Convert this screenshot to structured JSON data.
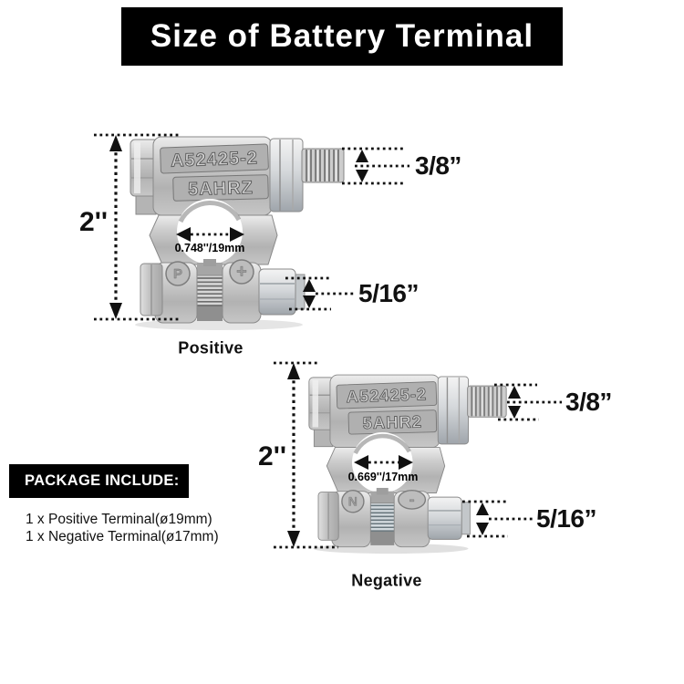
{
  "banner": {
    "title": "Size of Battery Terminal"
  },
  "colors": {
    "banner_bg": "#000000",
    "banner_text": "#ffffff",
    "annotation": "#111111",
    "metal": "#c6c6c6"
  },
  "positive": {
    "label": "Positive",
    "stamp_line1": "A52425-2",
    "stamp_line2": "5AHRZ",
    "jaw_stamp_left": "P",
    "jaw_stamp_right": "+",
    "dim_height": "2''",
    "dim_stud": "3/8”",
    "dim_clamp_nut": "5/16”",
    "dim_hole": "0.748''/19mm"
  },
  "negative": {
    "label": "Negative",
    "stamp_line1": "A52425-2",
    "stamp_line2": "5AHR2",
    "jaw_stamp_left": "N",
    "jaw_stamp_right": "-",
    "dim_height": "2''",
    "dim_stud": "3/8”",
    "dim_clamp_nut": "5/16”",
    "dim_hole": "0.669''/17mm"
  },
  "package": {
    "heading": "PACKAGE INCLUDE:",
    "items": [
      "1 x Positive Terminal(ø19mm)",
      "1 x Negative Terminal(ø17mm)"
    ]
  }
}
